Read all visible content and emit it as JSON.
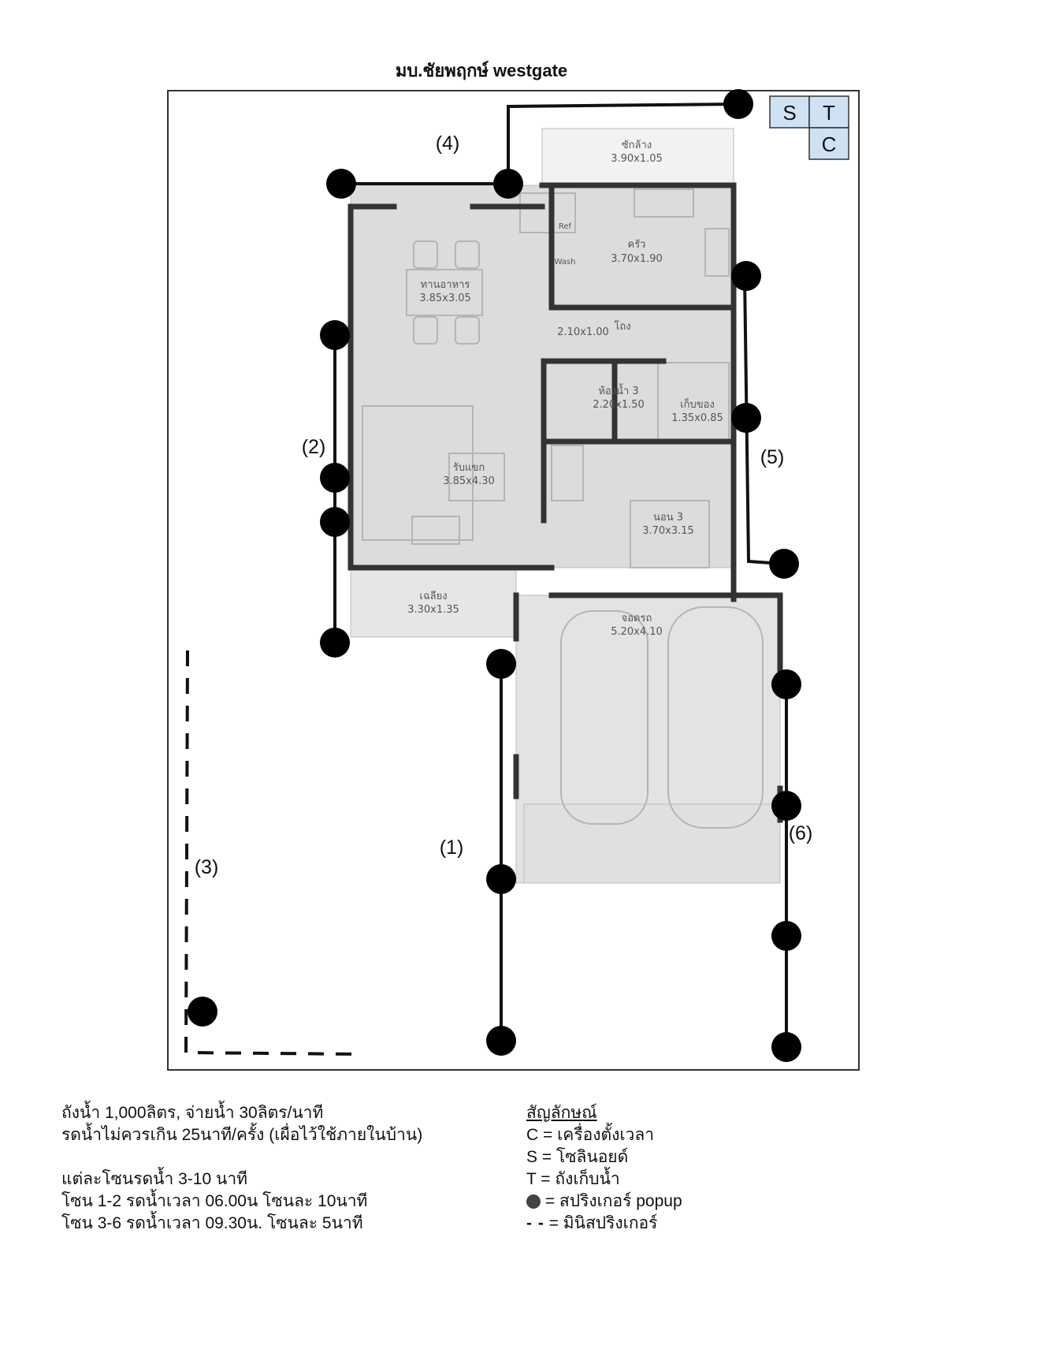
{
  "title": "มบ.ชัยพฤกษ์ westgate",
  "control_box": {
    "s": "S",
    "t": "T",
    "c": "C"
  },
  "zones": {
    "z1": "(1)",
    "z2": "(2)",
    "z3": "(3)",
    "z4": "(4)",
    "z5": "(5)",
    "z6": "(6)"
  },
  "rooms": {
    "service": "ซักล้าง",
    "service_size": "3.90x1.05",
    "kitchen": "ครัว",
    "kitchen_size": "3.70x1.90",
    "dining": "ทานอาหาร",
    "dining_size": "3.85x3.05",
    "hall": "โถง",
    "hall_size": "2.10x1.00",
    "bath": "ห้องน้ำ 3",
    "bath_size": "2.20x1.50",
    "storage": "เก็บของ",
    "storage_size": "1.35x0.85",
    "living": "รับแขก",
    "living_size": "3.85x4.30",
    "bedroom": "นอน 3",
    "bedroom_size": "3.70x3.15",
    "terrace": "เฉลียง",
    "terrace_size": "3.30x1.35",
    "garage": "จอดรถ",
    "garage_size": "5.20x4.10",
    "fridge": "Ref",
    "wash": "Wash"
  },
  "notes": [
    "ถังน้ำ 1,000ลิตร, จ่ายน้ำ 30ลิตร/นาที",
    "รดน้ำไม่ควรเกิน 25นาที/ครั้ง (เผื่อไว้ใช้ภายในบ้าน)",
    "",
    "แต่ละโซนรดน้ำ 3-10 นาที",
    "โซน 1-2 รดน้ำเวลา 06.00น โซนละ 10นาที",
    "โซน 3-6 รดน้ำเวลา 09.30น. โซนละ 5นาที"
  ],
  "legend": {
    "heading": "สัญลักษณ์",
    "c": "C  = เครื่องตั้งเวลา",
    "s": "S  = โซลินอยด์",
    "t": "T  = ถังเก็บน้ำ",
    "popup": " = สปริงเกอร์ popup",
    "mini": " = มินิสปริงเกอร์"
  },
  "colors": {
    "wall": "#333333",
    "floor": "#dcdcdc",
    "pipe": "#111111",
    "box": "#cfe2f3"
  }
}
